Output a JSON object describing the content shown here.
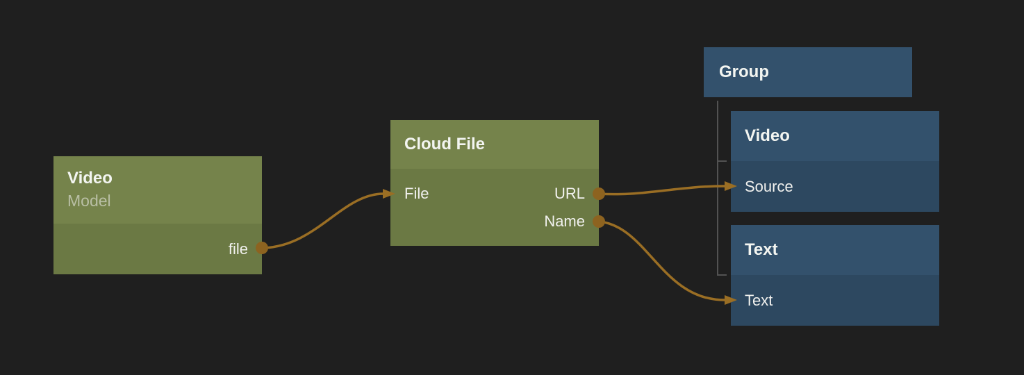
{
  "app": {
    "view": "node-graph-editor"
  },
  "colors": {
    "canvas_bg": "#1f1f1f",
    "green_header": "#75834b",
    "green_body": "#6b7944",
    "blue_header": "#33516c",
    "blue_body": "#2d4860",
    "wire": "#9a6e24",
    "port_dot": "#8d6320",
    "tree_line": "#525252",
    "title_text": "#f3f5f1",
    "subtitle_text": "#b9bfa5",
    "port_text": "#f1f1ee"
  },
  "nodes": {
    "video_model": {
      "title": "Video",
      "subtitle": "Model",
      "outputs": {
        "file": "file"
      }
    },
    "cloud_file": {
      "title": "Cloud File",
      "inputs": {
        "file": "File"
      },
      "outputs": {
        "url": "URL",
        "name": "Name"
      }
    },
    "group": {
      "title": "Group"
    },
    "group_video": {
      "title": "Video",
      "inputs": {
        "source": "Source"
      }
    },
    "group_text": {
      "title": "Text",
      "inputs": {
        "text": "Text"
      }
    }
  },
  "connections": [
    {
      "from": "Video.file",
      "to": "Cloud File.File"
    },
    {
      "from": "Cloud File.URL",
      "to": "Group/Video.Source"
    },
    {
      "from": "Cloud File.Name",
      "to": "Group/Text.Text"
    }
  ]
}
